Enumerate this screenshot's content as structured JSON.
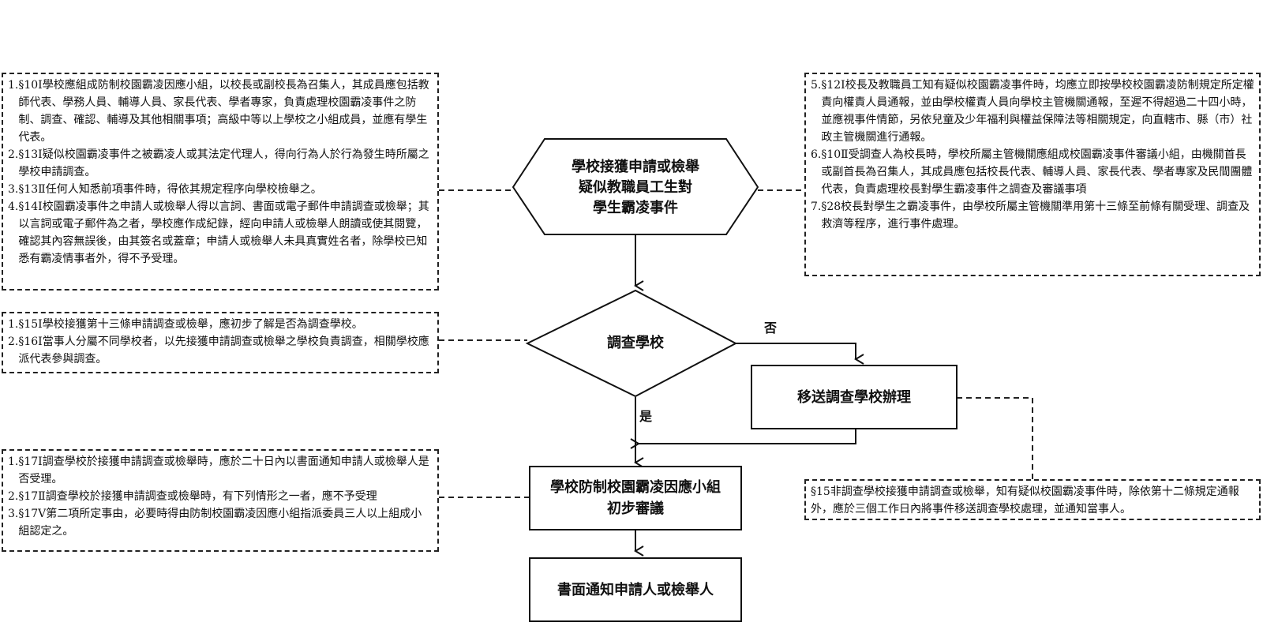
{
  "flow": {
    "start": {
      "label": "學校接獲申請或檢舉\n疑似教職員工生對\n學生霸凌事件"
    },
    "decision": {
      "label": "調查學校",
      "yes_label": "是",
      "no_label": "否"
    },
    "transfer": {
      "label": "移送調查學校辦理"
    },
    "review": {
      "label": "學校防制校園霸凌因應小組\n初步審議"
    },
    "notify": {
      "label": "書面通知申請人或檢舉人"
    }
  },
  "notes": {
    "top_left": [
      {
        "num": "1.",
        "text": "§10Ⅰ學校應組成防制校園霸凌因應小組，以校長或副校長為召集人，其成員應包括教師代表、學務人員、輔導人員、家長代表、學者專家，負責處理校園霸凌事件之防制、調查、確認、輔導及其他相關事項；高級中等以上學校之小組成員，並應有學生代表。"
      },
      {
        "num": "2.",
        "text": "§13Ⅰ疑似校園霸凌事件之被霸凌人或其法定代理人，得向行為人於行為發生時所屬之學校申請調查。"
      },
      {
        "num": "3.",
        "text": "§13Ⅱ任何人知悉前項事件時，得依其規定程序向學校檢舉之。"
      },
      {
        "num": "4.",
        "text": "§14Ⅰ校園霸凌事件之申請人或檢舉人得以言詞、書面或電子郵件申請調查或檢舉；其以言詞或電子郵件為之者，學校應作成紀錄，經向申請人或檢舉人朗讀或使其閱覽，確認其內容無誤後，由其簽名或蓋章；申請人或檢舉人未具真實姓名者，除學校已知悉有霸凌情事者外，得不予受理。"
      }
    ],
    "top_right": [
      {
        "num": "5.",
        "text": "§12Ⅰ校長及教職員工知有疑似校園霸凌事件時，均應立即按學校校園霸凌防制規定所定權責向權責人員通報，並由學校權責人員向學校主管機關通報，至遲不得超過二十四小時，並應視事件情節，另依兒童及少年福利與權益保障法等相關規定，向直轄市、縣（市）社政主管機關進行通報。"
      },
      {
        "num": "6.",
        "text": "§10Ⅱ受調查人為校長時，學校所屬主管機關應組成校園霸凌事件審議小組，由機關首長或副首長為召集人，其成員應包括校長代表、輔導人員、家長代表、學者專家及民間團體代表，負責處理校長對學生霸凌事件之調查及審議事項"
      },
      {
        "num": "7.",
        "text": "§28校長對學生之霸凌事件，由學校所屬主管機關準用第十三條至前條有關受理、調查及救濟等程序，進行事件處理。"
      }
    ],
    "mid_left": [
      {
        "num": "1.",
        "text": "§15Ⅰ學校接獲第十三條申請調查或檢舉，應初步了解是否為調查學校。"
      },
      {
        "num": "2.",
        "text": "§16Ⅰ當事人分屬不同學校者，以先接獲申請調查或檢舉之學校負責調查，相關學校應派代表參與調查。"
      }
    ],
    "mid_right": [
      {
        "num": "",
        "text": "§15非調查學校接獲申請調查或檢舉，知有疑似校園霸凌事件時，除依第十二條規定通報外，應於三個工作日內將事件移送調查學校處理，並通知當事人。"
      }
    ],
    "bottom_left": [
      {
        "num": "1.",
        "text": "§17Ⅰ調查學校於接獲申請調查或檢舉時，應於二十日內以書面通知申請人或檢舉人是否受理。"
      },
      {
        "num": "2.",
        "text": "§17Ⅱ調查學校於接獲申請調查或檢舉時，有下列情形之一者，應不予受理"
      },
      {
        "num": "3.",
        "text": "§17Ⅴ第二項所定事由，必要時得由防制校園霸凌因應小組指派委員三人以上組成小組認定之。"
      }
    ]
  }
}
